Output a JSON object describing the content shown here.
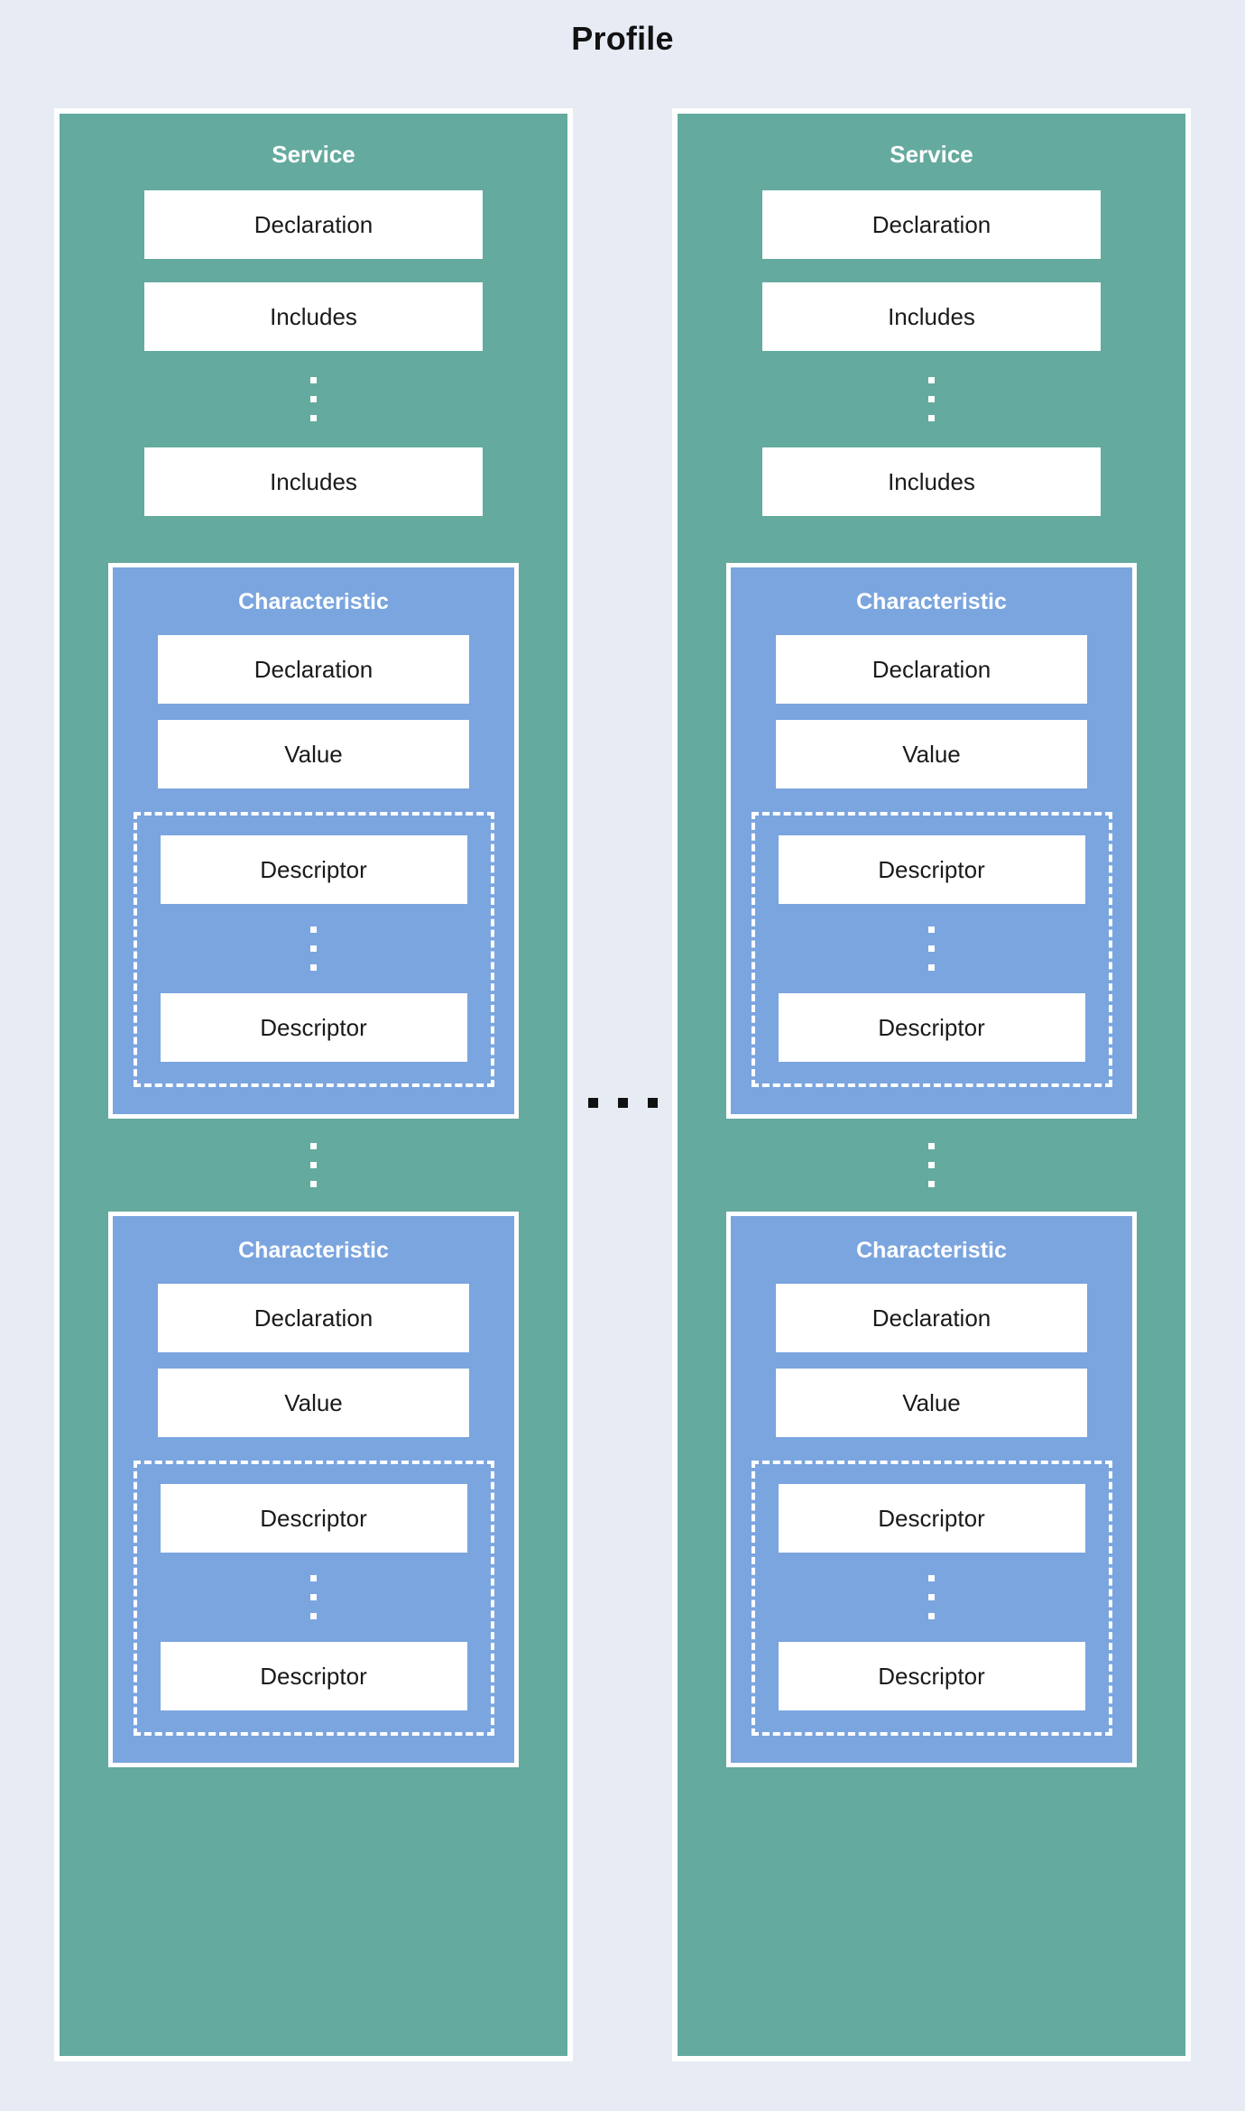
{
  "diagram": {
    "title": "Profile",
    "colors": {
      "background": "#e6ebf4",
      "service_fill": "#65aa9e",
      "characteristic_fill": "#7ba5df",
      "box_fill": "#ffffff",
      "border": "#ffffff",
      "text_dark": "#1a1a1a",
      "text_light": "#ffffff",
      "ellipsis_dark": "#111111"
    },
    "between_services_ellipsis": "...",
    "services": [
      {
        "title": "Service",
        "declaration_label": "Declaration",
        "includes_first_label": "Includes",
        "includes_ellipsis": "⋮",
        "includes_last_label": "Includes",
        "characteristics_ellipsis": "⋮",
        "characteristics": [
          {
            "title": "Characteristic",
            "declaration_label": "Declaration",
            "value_label": "Value",
            "descriptor_first_label": "Descriptor",
            "descriptor_ellipsis": "⋮",
            "descriptor_last_label": "Descriptor"
          },
          {
            "title": "Characteristic",
            "declaration_label": "Declaration",
            "value_label": "Value",
            "descriptor_first_label": "Descriptor",
            "descriptor_ellipsis": "⋮",
            "descriptor_last_label": "Descriptor"
          }
        ]
      },
      {
        "title": "Service",
        "declaration_label": "Declaration",
        "includes_first_label": "Includes",
        "includes_ellipsis": "⋮",
        "includes_last_label": "Includes",
        "characteristics_ellipsis": "⋮",
        "characteristics": [
          {
            "title": "Characteristic",
            "declaration_label": "Declaration",
            "value_label": "Value",
            "descriptor_first_label": "Descriptor",
            "descriptor_ellipsis": "⋮",
            "descriptor_last_label": "Descriptor"
          },
          {
            "title": "Characteristic",
            "declaration_label": "Declaration",
            "value_label": "Value",
            "descriptor_first_label": "Descriptor",
            "descriptor_ellipsis": "⋮",
            "descriptor_last_label": "Descriptor"
          }
        ]
      }
    ]
  }
}
